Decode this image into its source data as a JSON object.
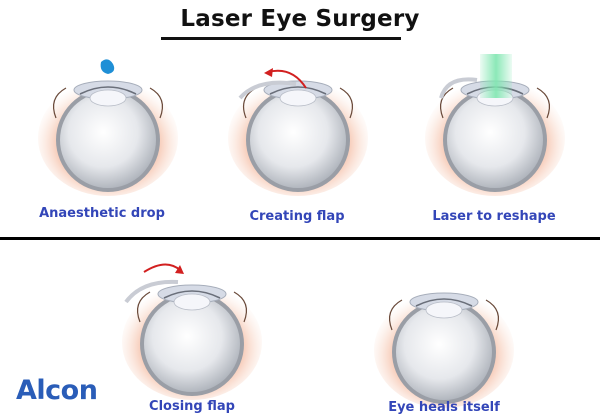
{
  "title": "Laser Eye Surgery",
  "steps": [
    {
      "label": "Anaesthetic drop",
      "indicator": "drop"
    },
    {
      "label": "Creating flap",
      "indicator": "arrow-left"
    },
    {
      "label": "Laser to reshape",
      "indicator": "laser-beam"
    },
    {
      "label": "Closing flap",
      "indicator": "arrow-right"
    },
    {
      "label": "Eye heals itself",
      "indicator": "none"
    }
  ],
  "logo": "Alcon",
  "colors": {
    "caption": "#3346b8",
    "arrow": "#d22020",
    "drop": "#1f8fd6",
    "laser": "#7fe6b0",
    "logo": "#2a5db8"
  }
}
